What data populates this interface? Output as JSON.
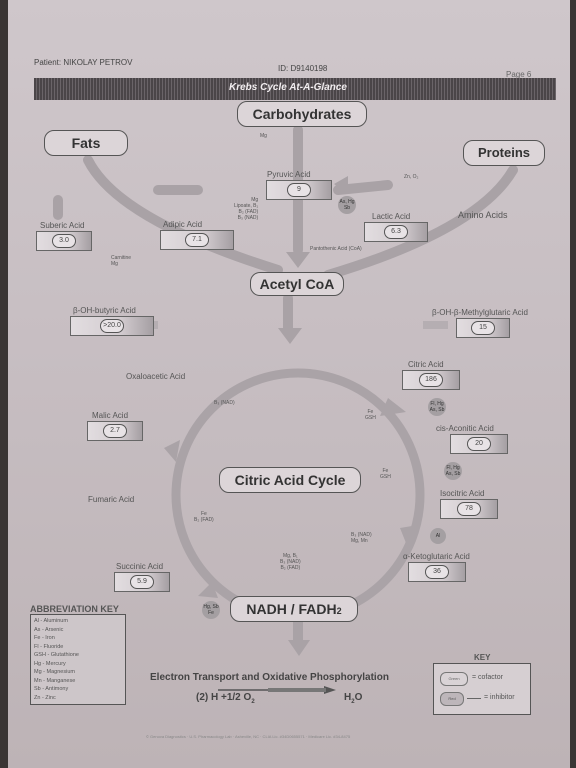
{
  "header": {
    "patient": "Patient: NIKOLAY PETROV",
    "id": "ID: D9140198",
    "page": "Page 6",
    "title": "Krebs Cycle At-A-Glance"
  },
  "boxes": {
    "carbohydrates": "Carbohydrates",
    "fats": "Fats",
    "proteins": "Proteins",
    "acetyl_coa": "Acetyl CoA",
    "citric_cycle": "Citric Acid Cycle",
    "nadh": "NADH / FADH",
    "nadh_sub": "2"
  },
  "labels": {
    "pyruvic": "Pyruvic Acid",
    "suberic": "Suberic Acid",
    "adipic": "Adipic Acid",
    "lactic": "Lactic Acid",
    "amino": "Amino Acids",
    "bohb": "β-OH-butyric Acid",
    "hmg": "β-OH-β-Methylglutaric Acid",
    "oxaloacetic": "Oxaloacetic Acid",
    "citric": "Citric Acid",
    "malic": "Malic Acid",
    "cisaconitic": "cis-Aconitic Acid",
    "isocitric": "Isocitric Acid",
    "fumaric": "Fumaric Acid",
    "akg": "α-Ketoglutaric Acid",
    "succinic": "Succinic Acid",
    "pantothenic": "Pantothenic Acid (CoA)"
  },
  "values": {
    "pyruvic": "9",
    "suberic": "3.0",
    "adipic": "7.1",
    "lactic": "6.3",
    "bohb": ">20.0",
    "hmg": "15",
    "citric": "186",
    "malic": "2.7",
    "cisaconitic": "20",
    "isocitric": "78",
    "akg": "36",
    "succinic": "5.9"
  },
  "cofactors": {
    "mg_top": "Mg",
    "zn": "Zn, O₂",
    "lipoate": "Mg\nLipoate, B₁\nB₂ (FAD)\nB₃ (NAD)",
    "carnitine": "Carnitine\nMg",
    "b3_nad": "B₃ (NAD)",
    "fe_gsh": "Fe\nGSH",
    "fe_gsh2": "Fe\nGSH",
    "b2fad": "Fe\nB₂ (FAD)",
    "b3mn": "B₃ (NAD)\nMg, Mn",
    "mg_b1": "Mg, B₁\nB₃ (NAD)\nB₂ (FAD)"
  },
  "inhibitors": {
    "as_hg_sb": "As, Hg\nSb",
    "fl_hg": "Fl, Hg\nAs, Sb",
    "fl_hg2": "Fl, Hg\nAs, Sb",
    "al": "Al",
    "hg_sb": "Hg, Sb\nFe"
  },
  "abbr": {
    "title": "ABBREVIATION KEY",
    "items": [
      "Al - Aluminum",
      "As - Arsenic",
      "Fe - Iron",
      "Fl - Fluoride",
      "GSH - Glutathione",
      "Hg - Mercury",
      "Mg - Magnesium",
      "Mn - Manganese",
      "Sb - Antimony",
      "Zn - Zinc"
    ]
  },
  "bottom": {
    "etc": "Electron Transport and Oxidative Phosphorylation",
    "eq_left": "(2) H  +1/2 O",
    "eq_sub": "2",
    "eq_right": "H",
    "eq_right_sub": "2",
    "eq_right_o": "O"
  },
  "key": {
    "title": "KEY",
    "cofactor": "= cofactor",
    "inhibitor": "= inhibitor",
    "green": "Green",
    "red": "Red"
  },
  "footer": "© Genova Diagnostics · U.S. Pharmacology Lab · Asheville, NC · CLIA Lic. #34D0655571 · Medicare Lic. #34-8475"
}
